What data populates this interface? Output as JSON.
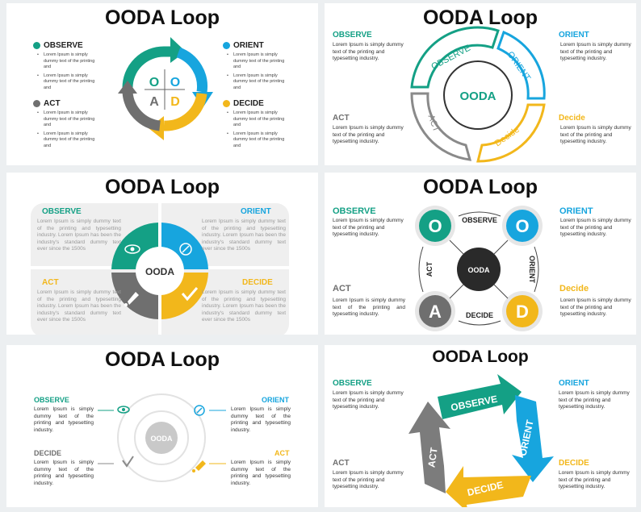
{
  "title": "OODA Loop",
  "colors": {
    "observe": "#14a085",
    "orient": "#17a5de",
    "decide": "#f2b71b",
    "act": "#6f6f6f",
    "dark": "#2a2a2a"
  },
  "slide1": {
    "observe": "OBSERVE",
    "orient": "ORIENT",
    "act": "ACT",
    "decide": "DECIDE",
    "bullet1": "Lorem Ipsum is simply dummy text of the printing and",
    "bullet2": "Lorem Ipsum is simply dummy text of the printing and",
    "letters": {
      "o1": "O",
      "o2": "O",
      "a": "A",
      "d": "D"
    }
  },
  "slide2": {
    "observe": "OBSERVE",
    "orient": "ORIENT",
    "act": "ACT",
    "decide": "Decide",
    "center": "OODA",
    "body": "Lorem Ipsum is simply dummy text of the printing and typesetting industry."
  },
  "slide3": {
    "observe": "OBSERVE",
    "orient": "ORIENT",
    "act": "ACT",
    "decide": "DECIDE",
    "center": "OODA",
    "body": "Lorem Ipsum is simply dummy text of the printing and typesetting industry. Lorem Ipsum has been the industry's standard dummy text ever since the 1500s"
  },
  "slide4": {
    "observe": "OBSERVE",
    "orient": "ORIENT",
    "act": "ACT",
    "decide": "Decide",
    "center": "OODA",
    "arrow_observe": "OBSERVE",
    "arrow_orient": "ORIENT",
    "arrow_act": "ACT",
    "arrow_decide": "DECIDE",
    "letters": {
      "o1": "O",
      "o2": "O",
      "a": "A",
      "d": "D"
    },
    "body": "Lorem Ipsum is simply dummy text of the printing and typesetting industry."
  },
  "slide5": {
    "observe": "OBSERVE",
    "orient": "ORIENT",
    "act": "ACT",
    "decide": "DECIDE",
    "center": "OODA",
    "body": "Lorem Ipsum is simply dummy text of the printing and typesetting industry."
  },
  "slide6": {
    "observe": "OBSERVE",
    "orient": "ORIENT",
    "act": "ACT",
    "decide": "DECIDE",
    "body": "Lorem Ipsum is simply dummy text of the printing and typesetting industry."
  }
}
